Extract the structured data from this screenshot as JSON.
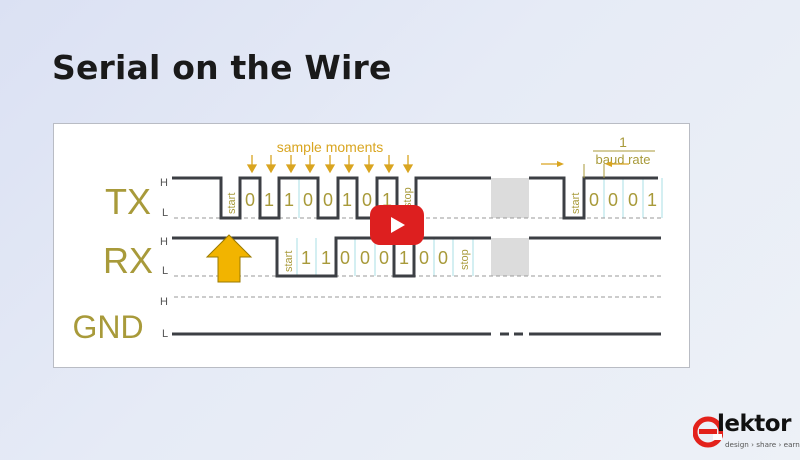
{
  "slide": {
    "title": "Serial on the Wire"
  },
  "diagram": {
    "signals": [
      {
        "name": "TX",
        "high": "H",
        "low": "L"
      },
      {
        "name": "RX",
        "high": "H",
        "low": "L"
      },
      {
        "name": "GND",
        "high": "H",
        "low": "L"
      }
    ],
    "sample_label": "sample moments",
    "baud_fraction_top": "1",
    "baud_fraction_bottom": "baud rate",
    "tx_bits": [
      "start",
      "0",
      "1",
      "1",
      "0",
      "0",
      "1",
      "0",
      "1",
      "stop"
    ],
    "tx_bits_2": [
      "start",
      "0",
      "0",
      "0",
      "1"
    ],
    "rx_bits": [
      "start",
      "1",
      "1",
      "0",
      "0",
      "0",
      "1",
      "0",
      "0",
      "stop"
    ],
    "colors": {
      "signal": "#3c3f44",
      "label": "#a89a3a",
      "sample": "#d9a520",
      "gap": "#dcdcdc",
      "guide": "#a9dfe6",
      "arrow": "#f2b400"
    }
  },
  "video": {
    "play_icon": "play-icon"
  },
  "logo": {
    "word": "lektor",
    "tagline": "design › share › earn"
  }
}
